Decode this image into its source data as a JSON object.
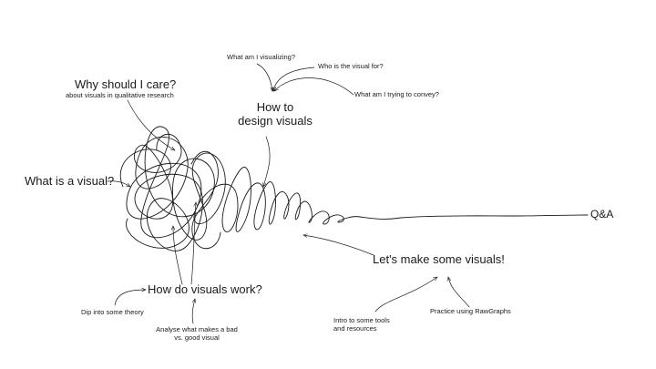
{
  "diagram": {
    "main_topics": {
      "what_is_visual": "What is a visual?",
      "why_care": "Why should I care?",
      "why_care_sub": "about visuals in qualitative research",
      "how_to_design_line1": "How to",
      "how_to_design_line2": "design visuals",
      "how_visuals_work": "How do visuals work?",
      "lets_make": "Let's make some visuals!",
      "qa": "Q&A"
    },
    "design_questions": [
      "What am I visualizing?",
      "Who is the visual for?",
      "What am I trying to convey?"
    ],
    "how_work_notes": {
      "dip": "Dip into some theory",
      "analyse_line1": "Analyse what makes a bad",
      "analyse_line2": "vs. good visual"
    },
    "make_notes": {
      "intro_line1": "Intro to some tools",
      "intro_line2": "and resources",
      "practice": "Practice using RawGraphs"
    },
    "stroke_color": "#1a1a1a",
    "background": "#ffffff"
  }
}
